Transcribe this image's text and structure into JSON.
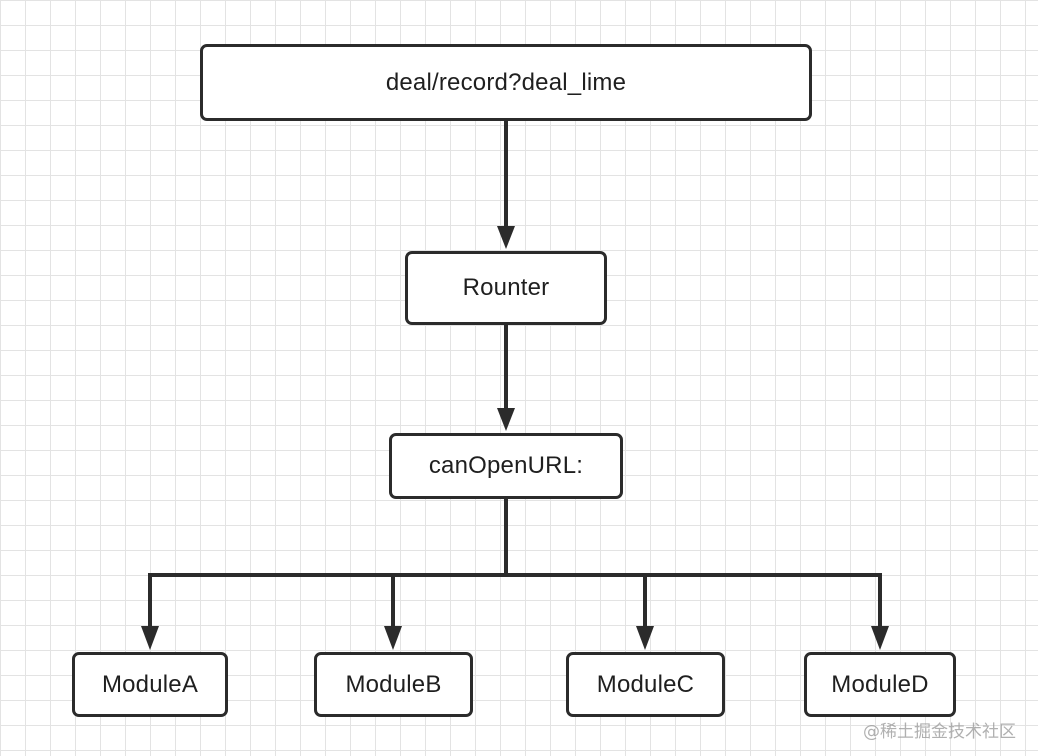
{
  "diagram": {
    "nodes": {
      "url": "deal/record?deal_lime",
      "router": "Rounter",
      "can_open": "canOpenURL:",
      "module_a": "ModuleA",
      "module_b": "ModuleB",
      "module_c": "ModuleC",
      "module_d": "ModuleD"
    },
    "edges": [
      {
        "from": "url",
        "to": "router"
      },
      {
        "from": "router",
        "to": "can_open"
      },
      {
        "from": "can_open",
        "to": "module_a"
      },
      {
        "from": "can_open",
        "to": "module_b"
      },
      {
        "from": "can_open",
        "to": "module_c"
      },
      {
        "from": "can_open",
        "to": "module_d"
      }
    ]
  },
  "watermark": {
    "text": "@稀土掘金技术社区"
  },
  "colors": {
    "stroke": "#2b2b2b",
    "grid": "#e3e3e3",
    "background": "#ffffff"
  }
}
